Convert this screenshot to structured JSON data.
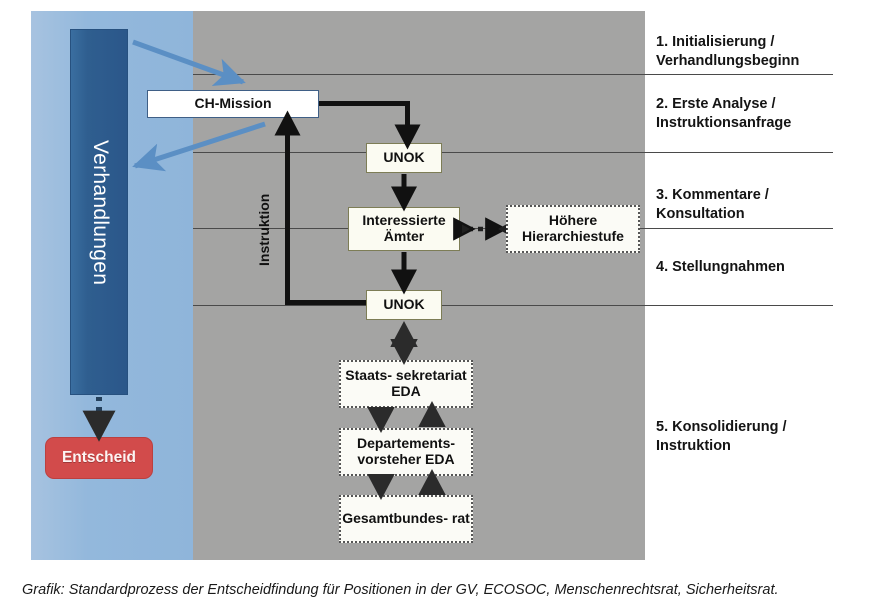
{
  "figure": {
    "caption": "Grafik: Standardprozess der Entscheidfindung für Positionen in der GV, ECOSOC, Menschenrechtsrat, Sicherheitsrat."
  },
  "left_panel": {
    "negotiation_label": "Verhandlungen",
    "decision_label": "Entscheid",
    "colors": {
      "panel": "#93b8dc",
      "bar": "#2f5e8f",
      "decision": "#d24b4b"
    }
  },
  "center_panel": {
    "color": "#a4a4a3",
    "instruction_label": "Instruktion",
    "boxes": {
      "ch_mission": "CH-Mission",
      "unok_top": "UNOK",
      "interessierte_aemter": "Interessierte\nÄmter",
      "hoehere_hierarchiestufe": "Höhere\nHierarchiestufe",
      "unok_bottom": "UNOK",
      "staatssekretariat": "Staats-\nsekretariat EDA",
      "departementsvorsteher": "Departements-\nvorsteher EDA",
      "gesamtbundesrat": "Gesamtbundes-\nrat"
    }
  },
  "phases": [
    {
      "number": "1.",
      "text": "1. Initialisierung /\nVerhandlungsbeginn"
    },
    {
      "number": "2.",
      "text": "2. Erste Analyse /\nInstruktionsanfrage"
    },
    {
      "number": "3.",
      "text": "3. Kommentare /\nKonsultation"
    },
    {
      "number": "4.",
      "text": "4. Stellungnahmen"
    },
    {
      "number": "5.",
      "text": "5. Konsolidierung /\nInstruktion"
    }
  ]
}
